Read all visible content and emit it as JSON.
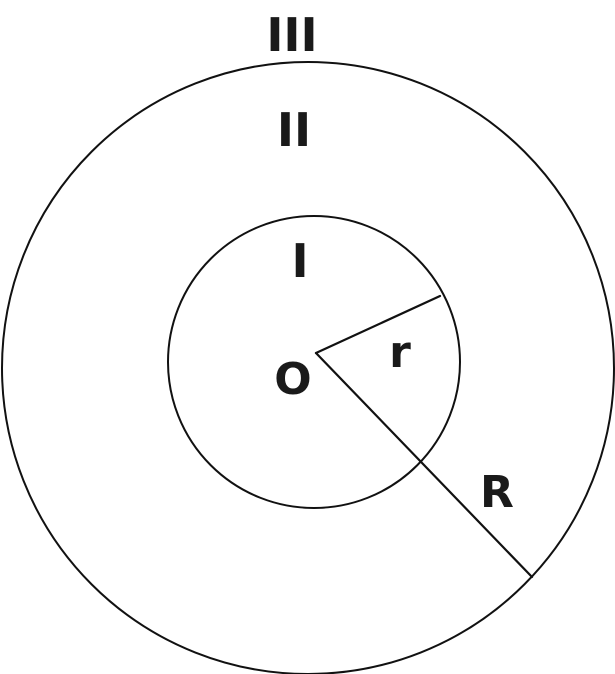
{
  "regions": {
    "outer": "III",
    "middle": "II",
    "inner": "I"
  },
  "labels": {
    "center": "O",
    "small_radius": "r",
    "large_radius": "R"
  },
  "colors": {
    "stroke": "#111111",
    "text": "#1a1a1a",
    "background": "#ffffff"
  }
}
